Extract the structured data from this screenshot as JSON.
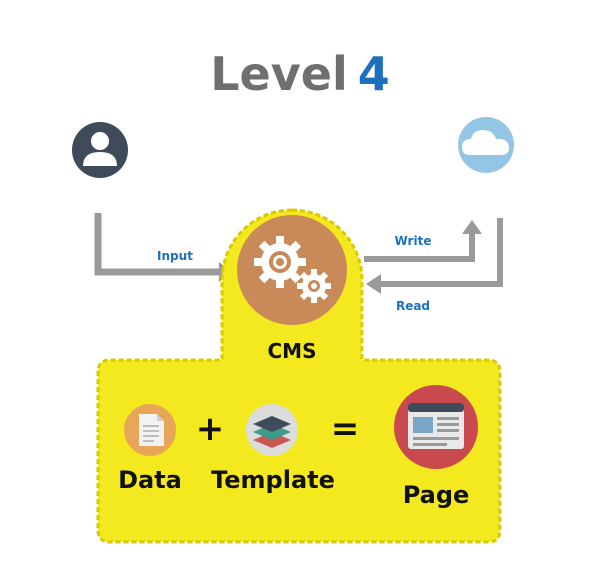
{
  "title": {
    "word": "Level",
    "number": "4"
  },
  "labels": {
    "input": "Input",
    "write": "Write",
    "read": "Read",
    "cms": "CMS",
    "data": "Data",
    "template": "Template",
    "page": "Page"
  },
  "operators": {
    "plus": "+",
    "equals": "="
  },
  "icons": {
    "user": "user-icon",
    "cloud": "cloud-icon",
    "gears": "gears-icon",
    "document": "document-icon",
    "layers": "layers-icon",
    "webpage": "webpage-icon"
  },
  "colors": {
    "title_gray": "#6f6f6f",
    "accent_blue": "#1e6fc0",
    "panel_yellow": "#f4e91f",
    "dashed_border": "#d8c900",
    "arrow_gray": "#9a9a9a",
    "user_circle": "#3f4a5a",
    "cloud_circle": "#93c6e4",
    "cms_circle": "#c98a59",
    "data_circle": "#e8a758",
    "template_circle": "#dcdcdc",
    "page_circle": "#c94a4e"
  }
}
